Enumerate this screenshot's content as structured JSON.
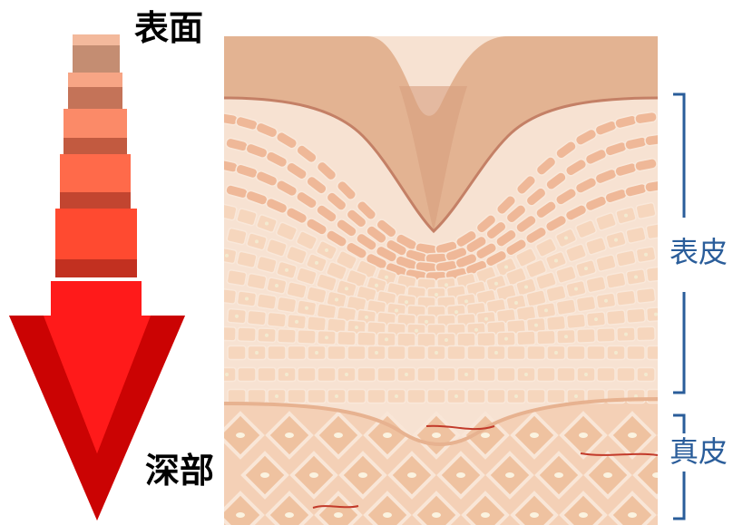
{
  "labels": {
    "surface": "表面",
    "deep": "深部",
    "epidermis": "表皮",
    "dermis": "真皮"
  },
  "colors": {
    "arrow_red": "#ff1a1a",
    "arrow_shadow": "#c20000",
    "bracket_blue": "#2a5d9a",
    "skin_top": "#d9a98a",
    "cell_fill": "#f2c9ab",
    "cell_bg": "#f7e2d2",
    "dermis_fill": "#efc2a0",
    "vessel": "#c23a2a"
  },
  "arrow_steps": [
    {
      "top": "#f3b99c",
      "side": "#c48d72"
    },
    {
      "top": "#f7a585",
      "side": "#c47358"
    },
    {
      "top": "#fb8a68",
      "side": "#c25a40"
    },
    {
      "top": "#ff6a4a",
      "side": "#c24530"
    },
    {
      "top": "#ff4a30",
      "side": "#c23020"
    }
  ]
}
